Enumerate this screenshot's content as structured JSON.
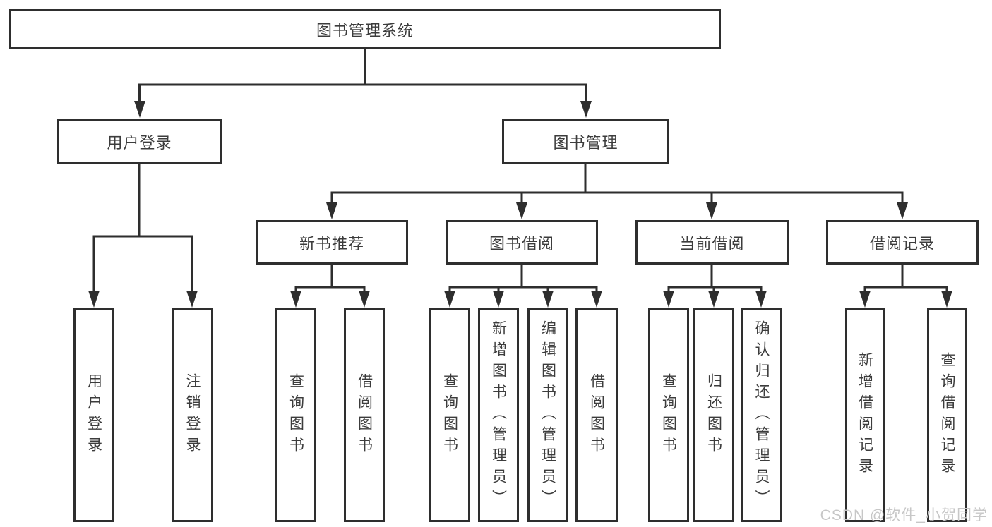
{
  "tree": {
    "root": "图书管理系统",
    "level2": [
      {
        "label": "用户登录"
      },
      {
        "label": "图书管理"
      }
    ],
    "level3": [
      {
        "label": "新书推荐"
      },
      {
        "label": "图书借阅"
      },
      {
        "label": "当前借阅"
      },
      {
        "label": "借阅记录"
      }
    ],
    "leaves": [
      {
        "label": "用户登录"
      },
      {
        "label": "注销登录"
      },
      {
        "label": "查询图书"
      },
      {
        "label": "借阅图书"
      },
      {
        "label": "查询图书"
      },
      {
        "label": "新增图书（管理员）"
      },
      {
        "label": "编辑图书（管理员）"
      },
      {
        "label": "借阅图书"
      },
      {
        "label": "查询图书"
      },
      {
        "label": "归还图书"
      },
      {
        "label": "确认归还（管理员）"
      },
      {
        "label": "新增借阅记录"
      },
      {
        "label": "查询借阅记录"
      }
    ]
  },
  "watermark": "CSDN @软件_小贺同学",
  "colors": {
    "line": "#2e2e2e",
    "text": "#3c3c3c",
    "watermark": "#c7c7c7",
    "background": "#ffffff"
  }
}
